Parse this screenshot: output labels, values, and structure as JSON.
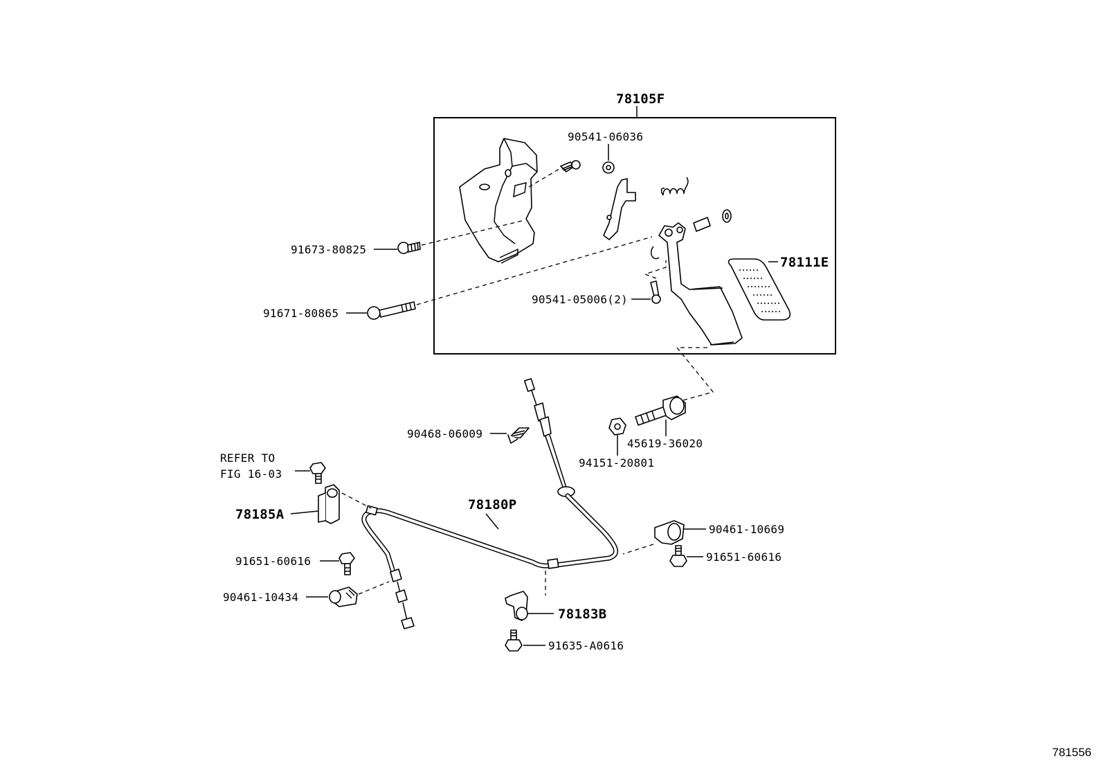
{
  "figure_number": "781556",
  "labels": {
    "assembly_78105F": "78105F",
    "p90541_06036": "90541-06036",
    "p91673_80825": "91673-80825",
    "p78111E": "78111E",
    "p90541_05006": "90541-05006(2)",
    "p91671_80865": "91671-80865",
    "p90468_06009": "90468-06009",
    "p45619_36020": "45619-36020",
    "p94151_20801": "94151-20801",
    "refer_line1": "REFER TO",
    "refer_line2": "FIG 16-03",
    "p78185A": "78185A",
    "p78180P": "78180P",
    "p90461_10669": "90461-10669",
    "p91651_60616_left": "91651-60616",
    "p91651_60616_right": "91651-60616",
    "p90461_10434": "90461-10434",
    "p78183B": "78183B",
    "p91635_A0616": "91635-A0616"
  }
}
